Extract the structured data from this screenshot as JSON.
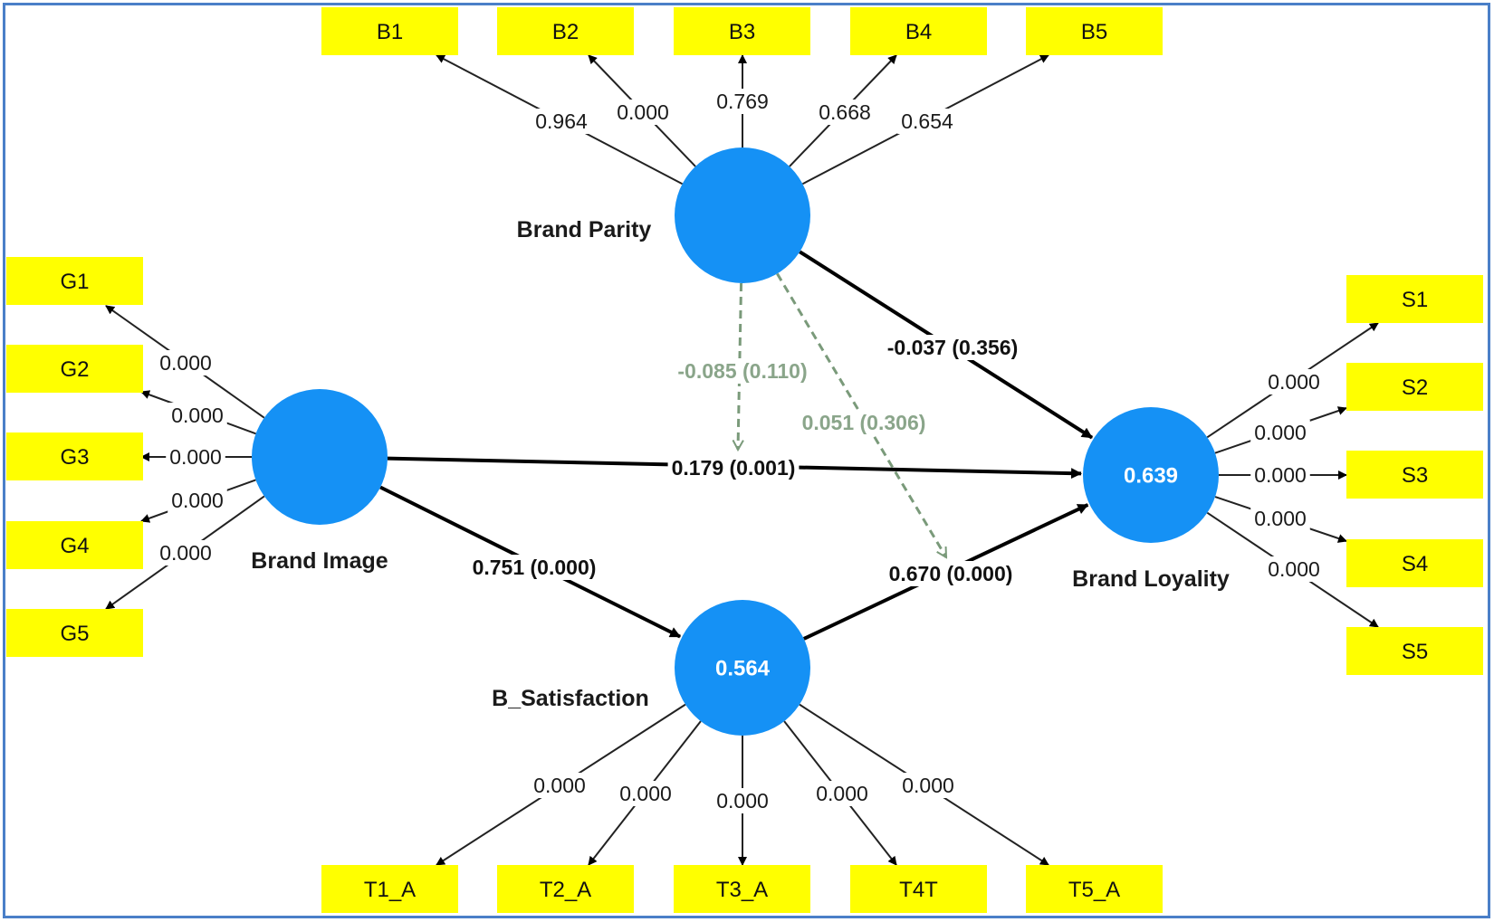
{
  "diagram": {
    "type": "PLS-SEM path model",
    "colors": {
      "border": "#4a7fc8",
      "indicator_fill": "#ffff00",
      "construct_fill": "#1591f5",
      "path_line": "#000000",
      "moderator_line": "#7a9a7a",
      "moderator_text": "#8aa58a"
    },
    "constructs": [
      {
        "id": "parity",
        "name": "Brand Parity",
        "r2": null
      },
      {
        "id": "image",
        "name": "Brand Image",
        "r2": null
      },
      {
        "id": "loyalty",
        "name": "Brand Loyality",
        "r2": "0.639"
      },
      {
        "id": "satisfaction",
        "name": "B_Satisfaction",
        "r2": "0.564"
      }
    ],
    "indicators": [
      {
        "id": "B1",
        "label": "B1",
        "construct": "parity",
        "value": "0.964"
      },
      {
        "id": "B2",
        "label": "B2",
        "construct": "parity",
        "value": "0.000"
      },
      {
        "id": "B3",
        "label": "B3",
        "construct": "parity",
        "value": "0.769"
      },
      {
        "id": "B4",
        "label": "B4",
        "construct": "parity",
        "value": "0.668"
      },
      {
        "id": "B5",
        "label": "B5",
        "construct": "parity",
        "value": "0.654"
      },
      {
        "id": "G1",
        "label": "G1",
        "construct": "image",
        "value": "0.000"
      },
      {
        "id": "G2",
        "label": "G2",
        "construct": "image",
        "value": "0.000"
      },
      {
        "id": "G3",
        "label": "G3",
        "construct": "image",
        "value": "0.000"
      },
      {
        "id": "G4",
        "label": "G4",
        "construct": "image",
        "value": "0.000"
      },
      {
        "id": "G5",
        "label": "G5",
        "construct": "image",
        "value": "0.000"
      },
      {
        "id": "S1",
        "label": "S1",
        "construct": "loyalty",
        "value": "0.000"
      },
      {
        "id": "S2",
        "label": "S2",
        "construct": "loyalty",
        "value": "0.000"
      },
      {
        "id": "S3",
        "label": "S3",
        "construct": "loyalty",
        "value": "0.000"
      },
      {
        "id": "S4",
        "label": "S4",
        "construct": "loyalty",
        "value": "0.000"
      },
      {
        "id": "S5",
        "label": "S5",
        "construct": "loyalty",
        "value": "0.000"
      },
      {
        "id": "T1_A",
        "label": "T1_A",
        "construct": "satisfaction",
        "value": "0.000"
      },
      {
        "id": "T2_A",
        "label": "T2_A",
        "construct": "satisfaction",
        "value": "0.000"
      },
      {
        "id": "T3_A",
        "label": "T3_A",
        "construct": "satisfaction",
        "value": "0.000"
      },
      {
        "id": "T4T",
        "label": "T4T",
        "construct": "satisfaction",
        "value": "0.000"
      },
      {
        "id": "T5_A",
        "label": "T5_A",
        "construct": "satisfaction",
        "value": "0.000"
      }
    ],
    "paths": [
      {
        "id": "parity-loyalty",
        "from": "parity",
        "to": "loyalty",
        "label": "-0.037 (0.356)",
        "coefficient": -0.037,
        "p_value": 0.356
      },
      {
        "id": "image-loyalty",
        "from": "image",
        "to": "loyalty",
        "label": "0.179 (0.001)",
        "coefficient": 0.179,
        "p_value": 0.001
      },
      {
        "id": "image-satisfaction",
        "from": "image",
        "to": "satisfaction",
        "label": "0.751 (0.000)",
        "coefficient": 0.751,
        "p_value": 0.0
      },
      {
        "id": "satisfaction-loyalty",
        "from": "satisfaction",
        "to": "loyalty",
        "label": "0.670 (0.000)",
        "coefficient": 0.67,
        "p_value": 0.0
      }
    ],
    "moderations": [
      {
        "id": "parity-mod-image-loyalty",
        "from": "parity",
        "target_path": "image-loyalty",
        "label": "-0.085 (0.110)",
        "coefficient": -0.085,
        "p_value": 0.11
      },
      {
        "id": "parity-mod-satisfaction-loyalty",
        "from": "parity",
        "target_path": "satisfaction-loyalty",
        "label": "0.051 (0.306)",
        "coefficient": 0.051,
        "p_value": 0.306
      }
    ]
  }
}
